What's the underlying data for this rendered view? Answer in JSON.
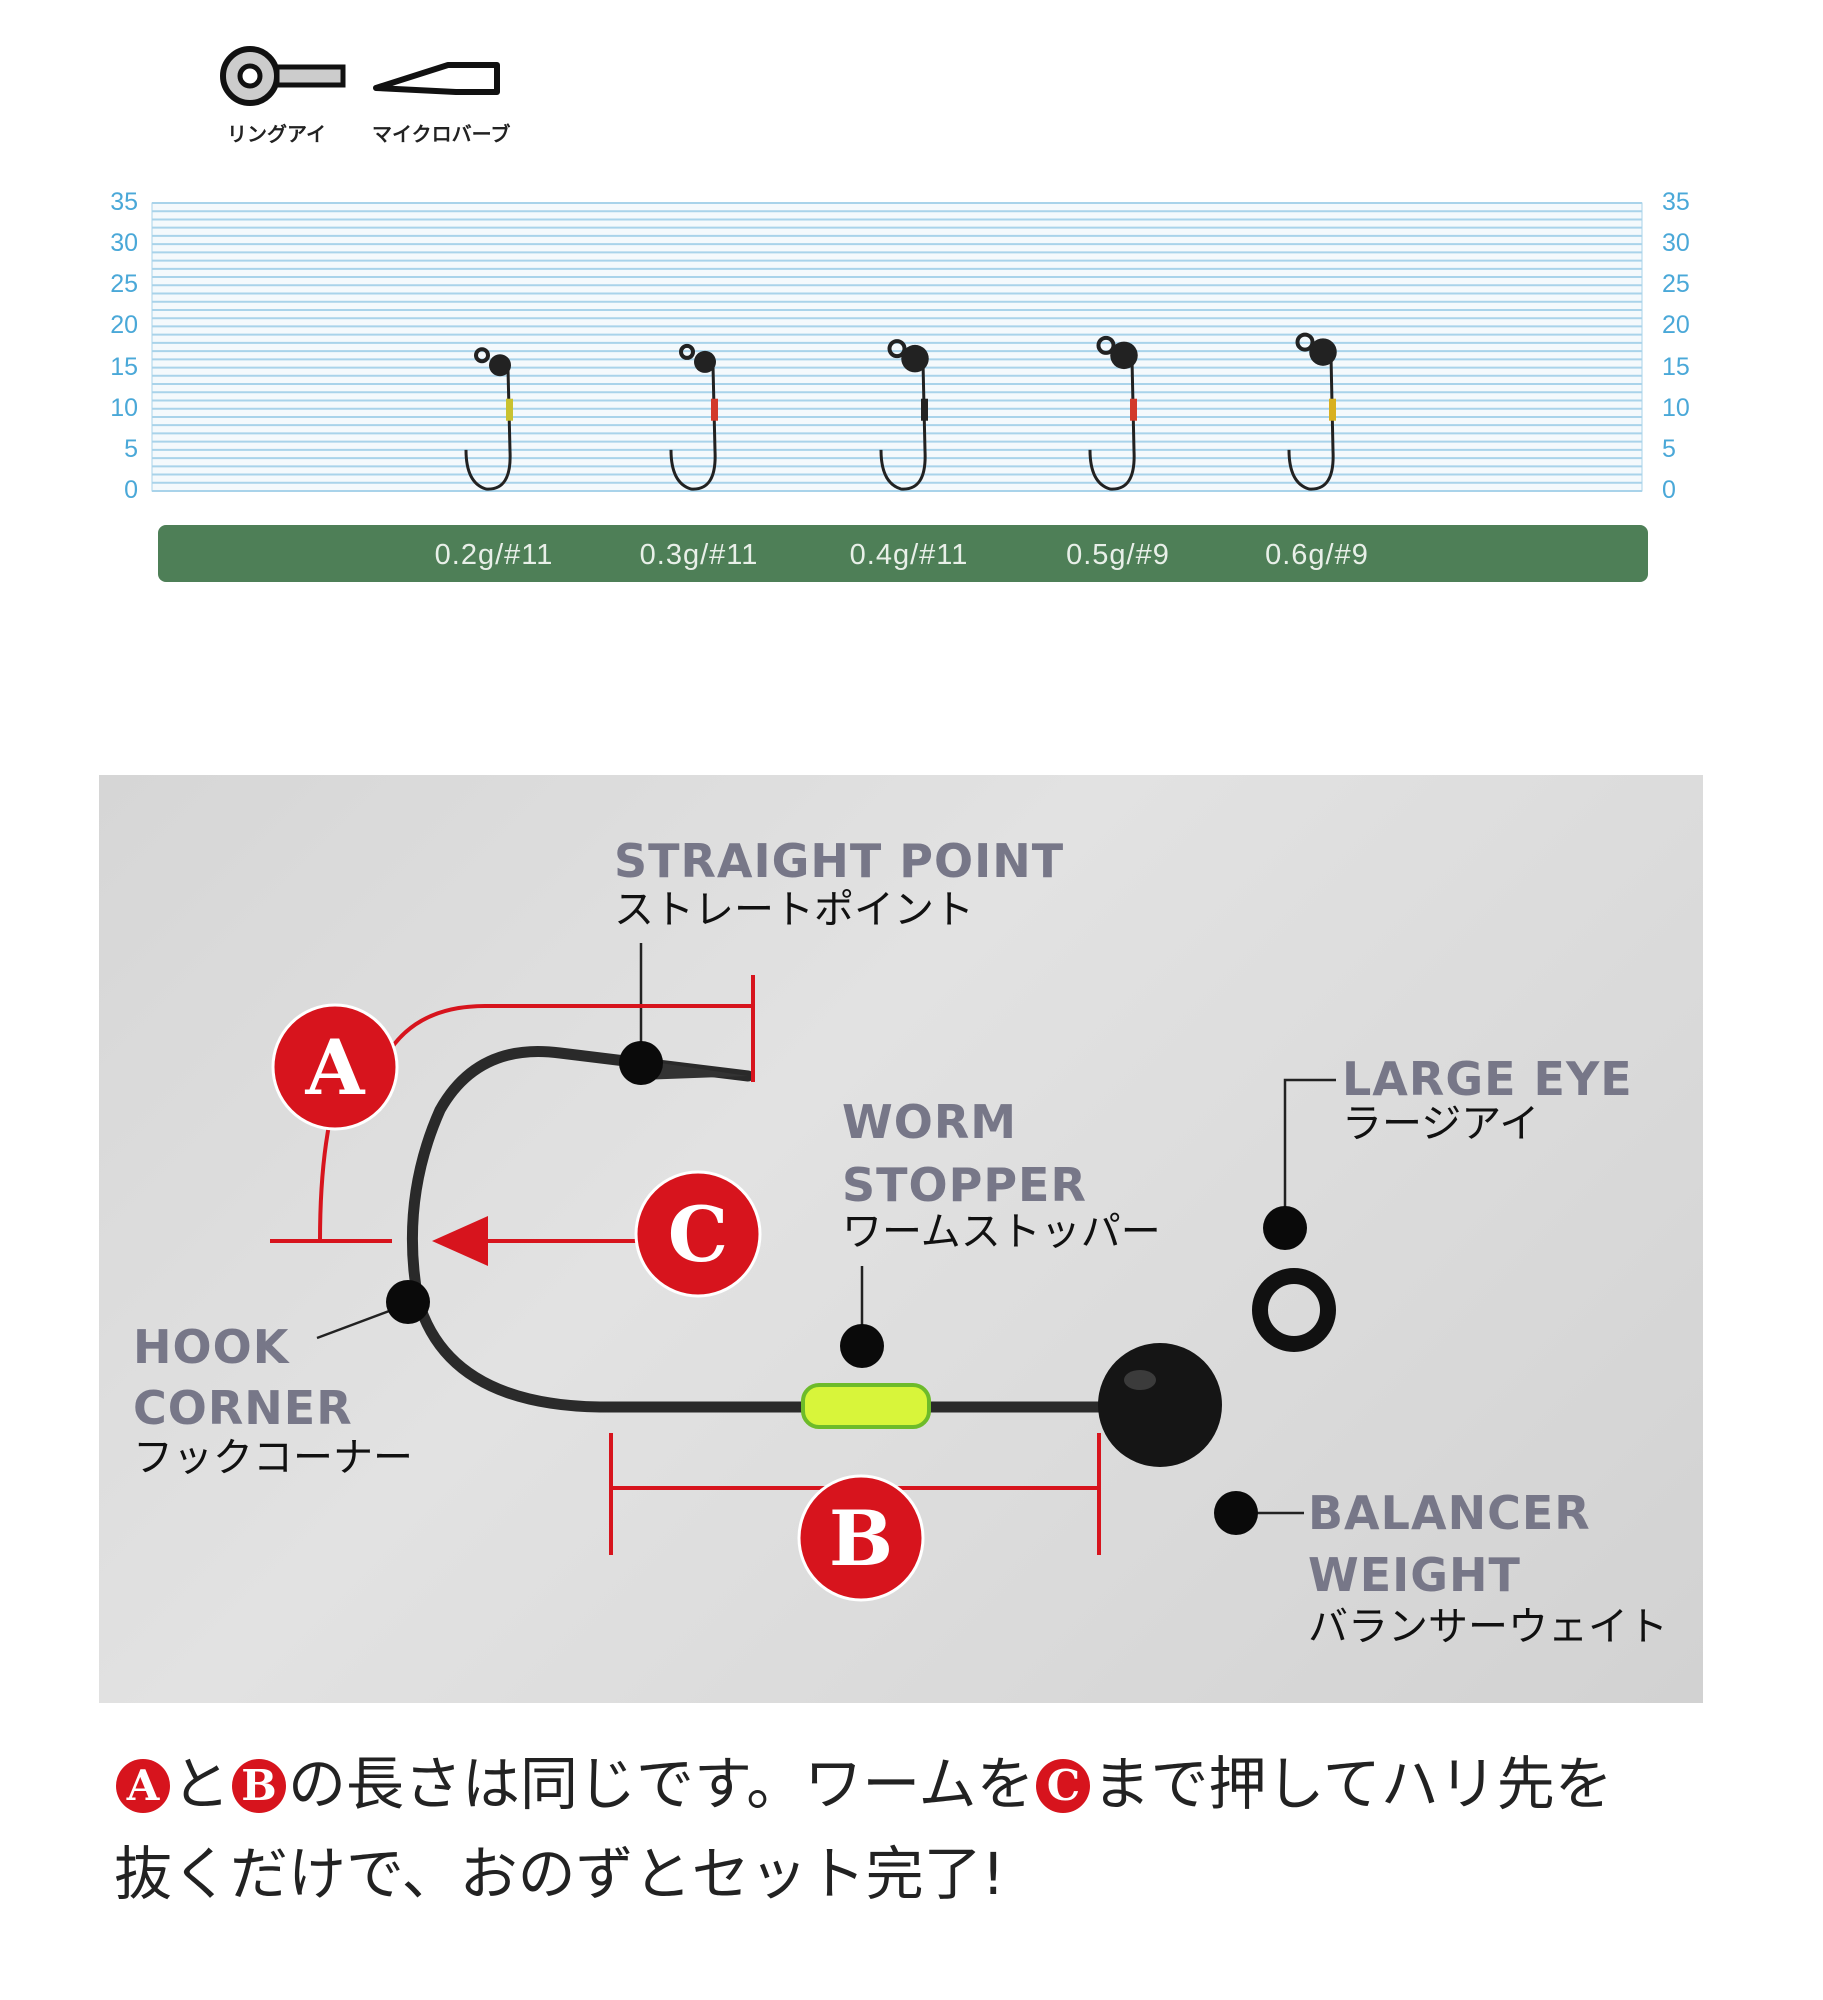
{
  "feature_icons": [
    {
      "icon": "ring-eye-icon",
      "label": "リングアイ"
    },
    {
      "icon": "micro-barb-icon",
      "label": "マイクロバーブ"
    }
  ],
  "scale": {
    "ticks": [
      "0",
      "5",
      "10",
      "15",
      "20",
      "25",
      "30",
      "35"
    ],
    "range": [
      0,
      35
    ],
    "gridline_color": "#a9d3ea",
    "tick_color": "#4aa8d8"
  },
  "sizes": [
    {
      "label": "0.2g/#11",
      "stopper_color": "#c9c230"
    },
    {
      "label": "0.3g/#11",
      "stopper_color": "#d23a2a"
    },
    {
      "label": "0.4g/#11",
      "stopper_color": "#222222"
    },
    {
      "label": "0.5g/#9",
      "stopper_color": "#d23a2a"
    },
    {
      "label": "0.6g/#9",
      "stopper_color": "#d8b020"
    }
  ],
  "size_bar_color": "#4e7f57",
  "diagram": {
    "accent_color": "#d7141d",
    "markers": {
      "a": "A",
      "b": "B",
      "c": "C"
    },
    "callouts": {
      "straight_point": {
        "en": "STRAIGHT POINT",
        "jp": "ストレートポイント"
      },
      "large_eye": {
        "en": "LARGE EYE",
        "jp": "ラージアイ"
      },
      "worm_stopper": {
        "en1": "WORM",
        "en2": "STOPPER",
        "jp": "ワームストッパー"
      },
      "hook_corner": {
        "en1": "HOOK",
        "en2": "CORNER",
        "jp": "フックコーナー"
      },
      "balancer_weight": {
        "en1": "BALANCER",
        "en2": "WEIGHT",
        "jp": "バランサーウェイト"
      }
    }
  },
  "caption": {
    "line1": {
      "m1": "A",
      "t1": "と",
      "m2": "B",
      "t2": "の長さは同じです。ワームを",
      "m3": "C",
      "t3": "まで押してハリ先を"
    },
    "line2": "抜くだけで、おのずとセット完了!"
  }
}
